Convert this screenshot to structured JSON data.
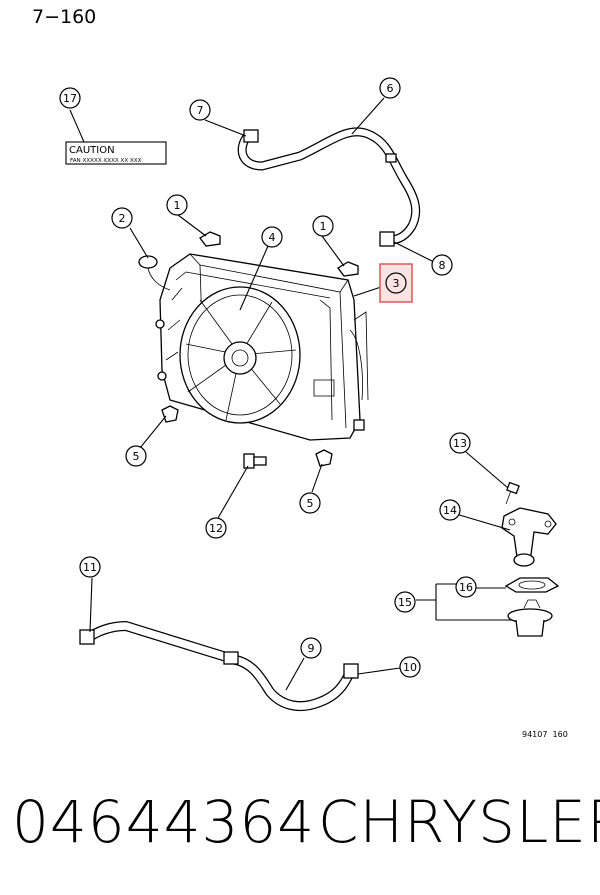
{
  "header": {
    "page_code": "7−160"
  },
  "caution_label": {
    "title": "CAUTION",
    "text": "FAN XXXXX XXXX XX XXX"
  },
  "callouts": {
    "c1a": "1",
    "c1b": "1",
    "c2": "2",
    "c3": "3",
    "c4": "4",
    "c5a": "5",
    "c5b": "5",
    "c6": "6",
    "c7": "7",
    "c8": "8",
    "c9": "9",
    "c10": "10",
    "c11": "11",
    "c12": "12",
    "c13": "13",
    "c14": "14",
    "c15": "15",
    "c16": "16",
    "c17": "17"
  },
  "figure_ref": "94107  160",
  "footer": {
    "part_number": "04644364",
    "brand": "CHRYSLER"
  },
  "colors": {
    "highlight": "#e06060",
    "highlight_fill": "#fbe3e3"
  }
}
